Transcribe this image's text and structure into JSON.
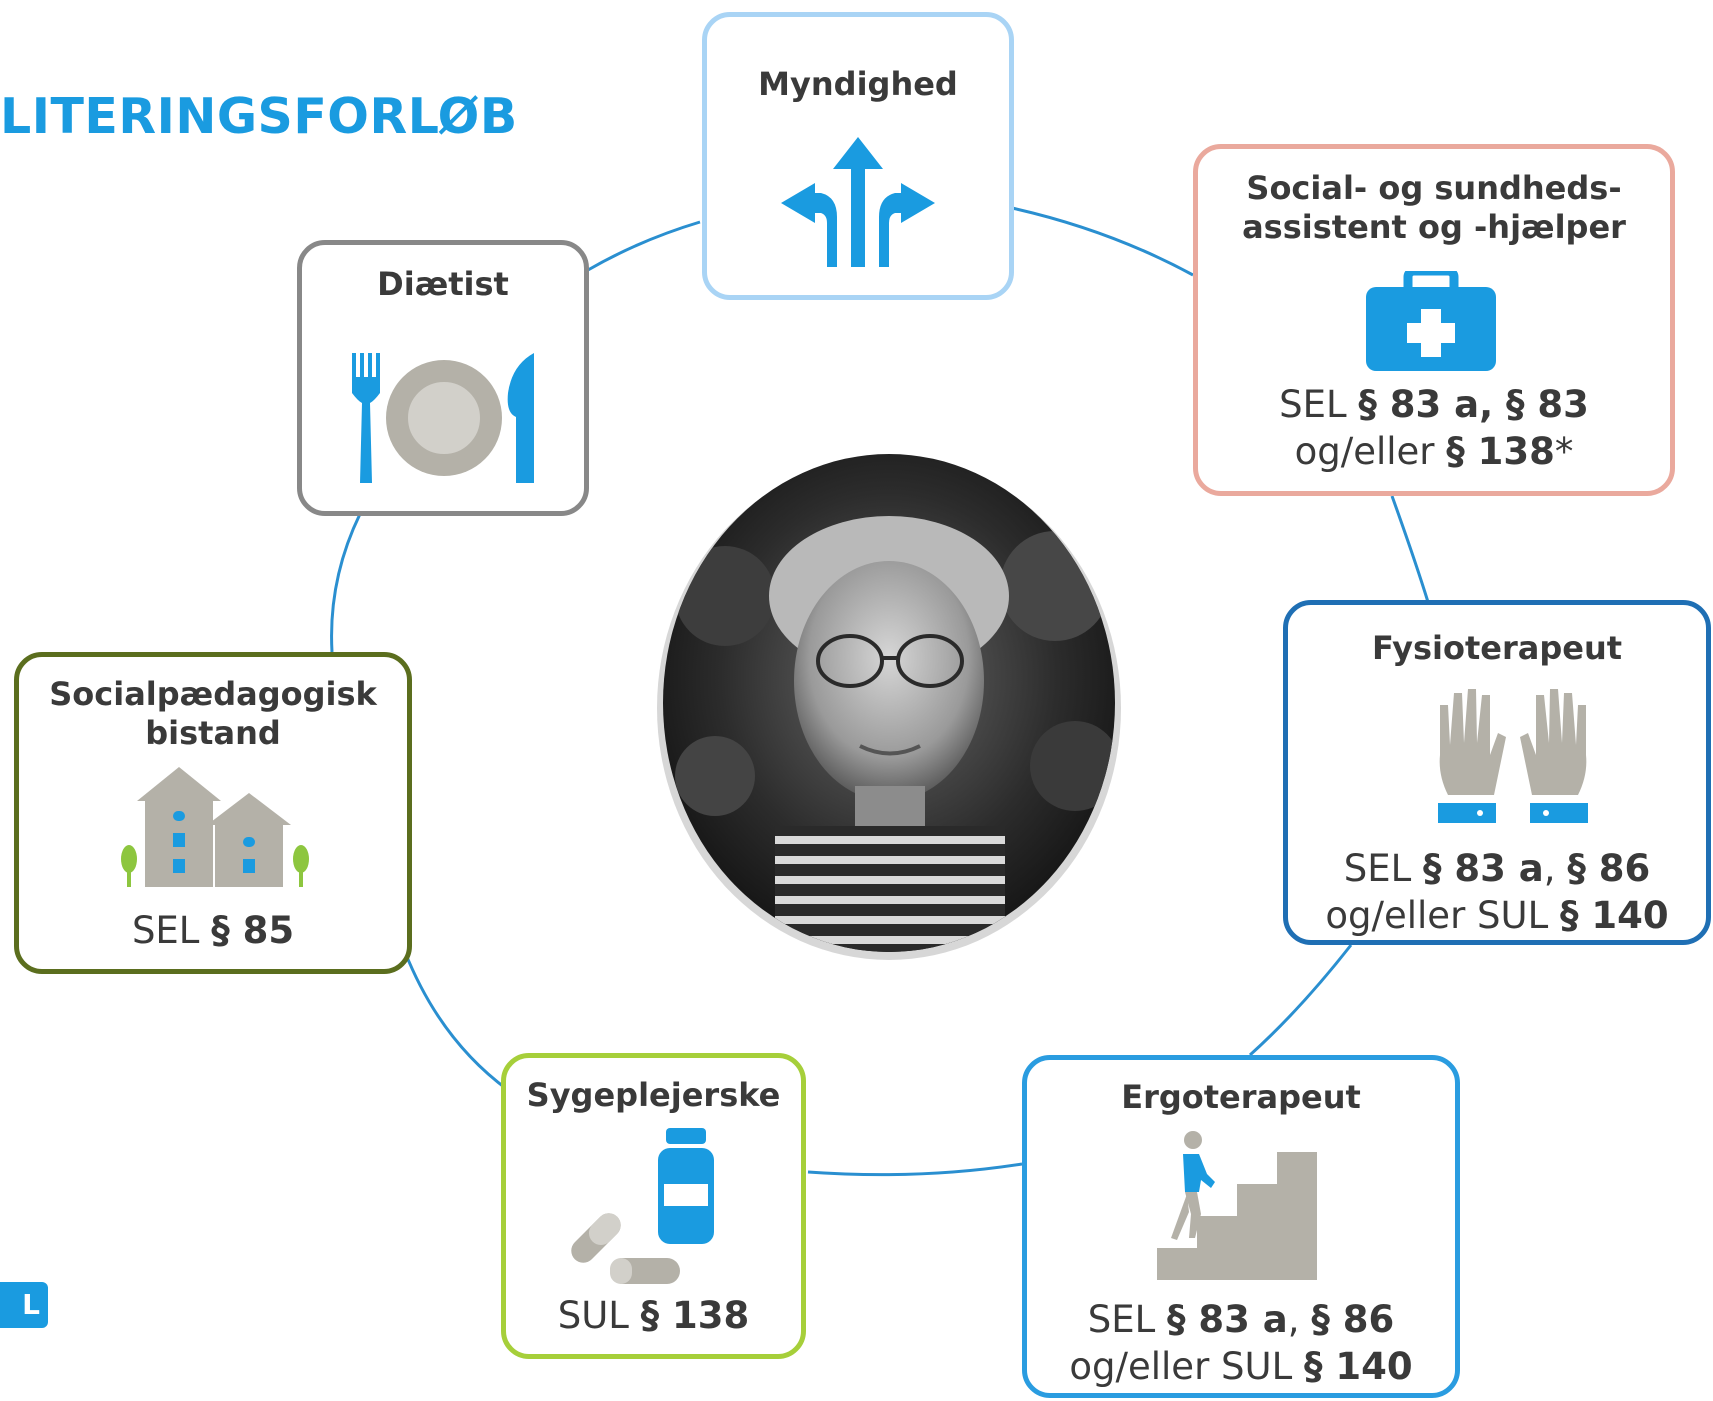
{
  "headline": "LITERINGSFORLØB",
  "corner_badge": "L",
  "colors": {
    "accent_blue": "#1a9be0",
    "connector": "#2a8fd0",
    "icon_gray": "#b4b1a8",
    "icon_green": "#8dc63f"
  },
  "center": {
    "image": "portrait of an elderly woman with glasses, black-and-white, oval frame"
  },
  "nodes": [
    {
      "id": "myndighed",
      "title": "Myndighed",
      "icon": "direction-arrows-icon",
      "border_color": "#a9d4f5",
      "law": []
    },
    {
      "id": "social-sundhed",
      "title_line1": "Social- og sundheds-",
      "title_line2": "assistent og -hjælper",
      "icon": "first-aid-kit-icon",
      "border_color": "#eaa99d",
      "law": [
        {
          "plain": "SEL ",
          "bold": "§ 83 a, § 83"
        },
        {
          "plain": "og/eller ",
          "bold": "§ 138",
          "suffix": "*"
        }
      ]
    },
    {
      "id": "fysioterapeut",
      "title": "Fysioterapeut",
      "icon": "hands-icon",
      "border_color": "#1f6fb4",
      "law": [
        {
          "plain": "SEL ",
          "bold": "§ 83 a",
          "middle": ", ",
          "bold2": "§ 86"
        },
        {
          "plain": "og/eller SUL ",
          "bold": "§ 140"
        }
      ]
    },
    {
      "id": "ergoterapeut",
      "title": "Ergoterapeut",
      "icon": "person-climbing-stairs-icon",
      "border_color": "#2a9ce0",
      "law": [
        {
          "plain": "SEL ",
          "bold": "§ 83 a",
          "middle": ", ",
          "bold2": "§ 86"
        },
        {
          "plain": "og/eller SUL ",
          "bold": "§ 140"
        }
      ]
    },
    {
      "id": "sygeplejerske",
      "title": "Sygeplejerske",
      "icon": "medicine-pills-icon",
      "border_color": "#a6cf3a",
      "law": [
        {
          "plain": "SUL ",
          "bold": "§ 138"
        }
      ]
    },
    {
      "id": "socialpaedagogisk",
      "title_line1": "Socialpædagogisk",
      "title_line2": "bistand",
      "icon": "houses-icon",
      "border_color": "#5b6e1e",
      "law": [
        {
          "plain": "SEL ",
          "bold": "§ 85"
        }
      ]
    },
    {
      "id": "diaetist",
      "title": "Diætist",
      "icon": "plate-cutlery-icon",
      "border_color": "#888888",
      "law": []
    }
  ]
}
